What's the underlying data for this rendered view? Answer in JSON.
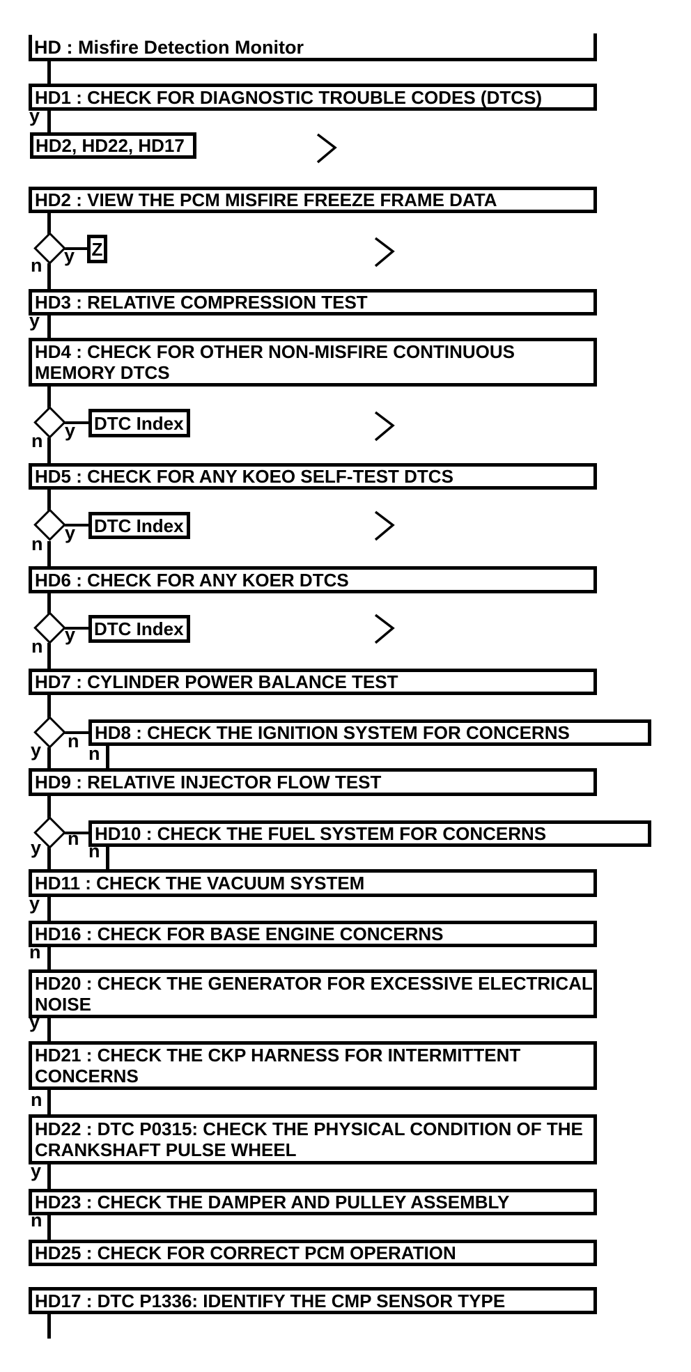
{
  "title": "HD : Misfire Detection Monitor",
  "labels": {
    "yes": "y",
    "no": "n"
  },
  "colors": {
    "ink": "#000000",
    "paper": "#ffffff"
  },
  "nodes": {
    "hd1": "HD1 : CHECK FOR DIAGNOSTIC TROUBLE CODES (DTCS)",
    "ref_list": "HD2, HD22, HD17",
    "hd2": "HD2 : VIEW THE PCM MISFIRE FREEZE FRAME DATA",
    "z_ref": "Z",
    "hd3": "HD3 : RELATIVE COMPRESSION TEST",
    "hd4": "HD4 : CHECK FOR OTHER NON-MISFIRE CONTINUOUS MEMORY DTCS",
    "dtc_index": "DTC Index",
    "hd5": "HD5 : CHECK FOR ANY KOEO SELF-TEST DTCS",
    "hd6": "HD6 : CHECK FOR ANY KOER DTCS",
    "hd7": "HD7 : CYLINDER POWER BALANCE TEST",
    "hd8": "HD8 : CHECK THE IGNITION SYSTEM FOR CONCERNS",
    "hd9": "HD9 : RELATIVE INJECTOR FLOW TEST",
    "hd10": "HD10 : CHECK THE FUEL SYSTEM FOR CONCERNS",
    "hd11": "HD11 : CHECK THE VACUUM SYSTEM",
    "hd16": "HD16 : CHECK FOR BASE ENGINE CONCERNS",
    "hd20": "HD20 : CHECK THE GENERATOR FOR EXCESSIVE ELECTRICAL NOISE",
    "hd21": "HD21 : CHECK THE CKP HARNESS FOR INTERMITTENT CONCERNS",
    "hd22": "HD22 : DTC P0315: CHECK THE PHYSICAL CONDITION OF THE CRANKSHAFT PULSE WHEEL",
    "hd23": "HD23 : CHECK THE DAMPER AND PULLEY ASSEMBLY",
    "hd25": "HD25 : CHECK FOR CORRECT PCM OPERATION",
    "hd17": "HD17 : DTC P1336: IDENTIFY THE CMP SENSOR TYPE"
  }
}
